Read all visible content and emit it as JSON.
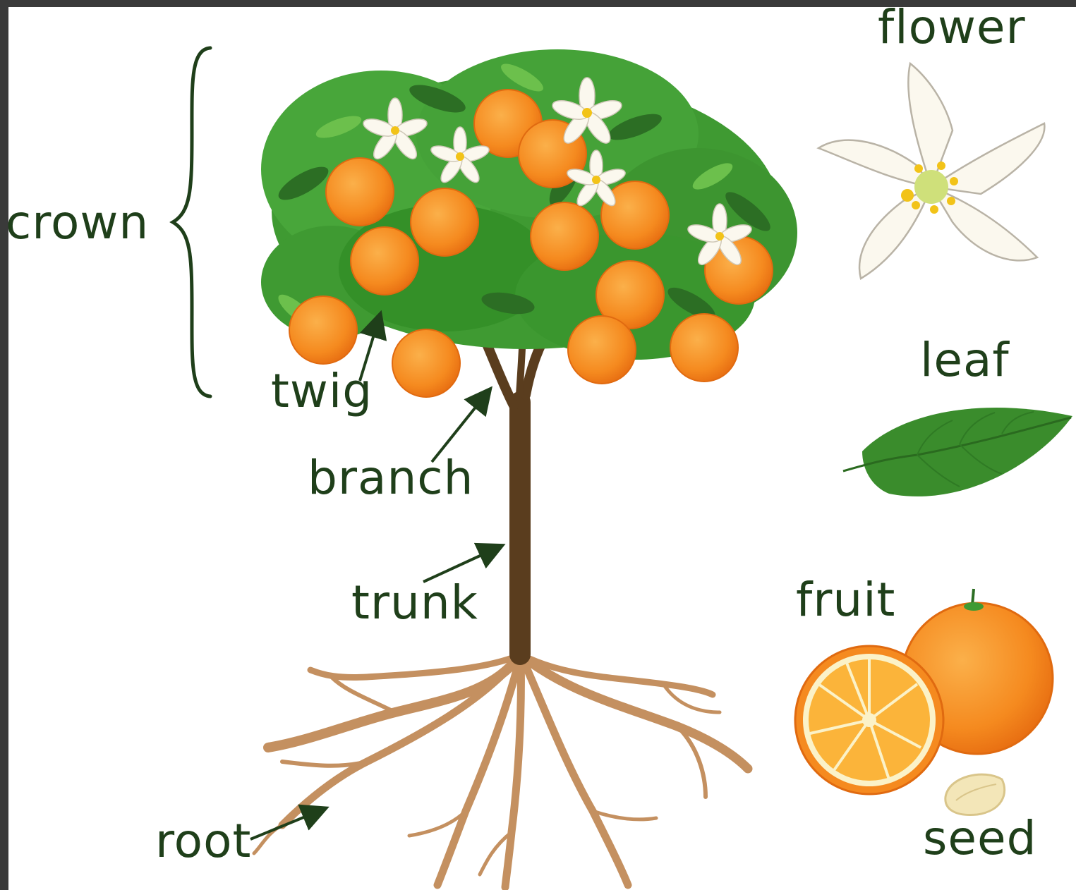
{
  "labels": {
    "crown": "crown",
    "twig": "twig",
    "branch": "branch",
    "trunk": "trunk",
    "root": "root",
    "flower": "flower",
    "leaf": "leaf",
    "fruit": "fruit",
    "seed": "seed"
  },
  "colors": {
    "label_text": "#1f3f1a",
    "leaf_green": "#3f9a32",
    "leaf_dark": "#2c6e24",
    "orange": "#f58a1f",
    "orange_light": "#fbae4a",
    "bark": "#5a3d1e",
    "root": "#c49060",
    "petal": "#fbf8ee",
    "seed": "#f3e6b8"
  },
  "icons": [
    "tree-crown",
    "orange-fruit",
    "blossom",
    "single-leaf",
    "orange-half",
    "seed"
  ]
}
